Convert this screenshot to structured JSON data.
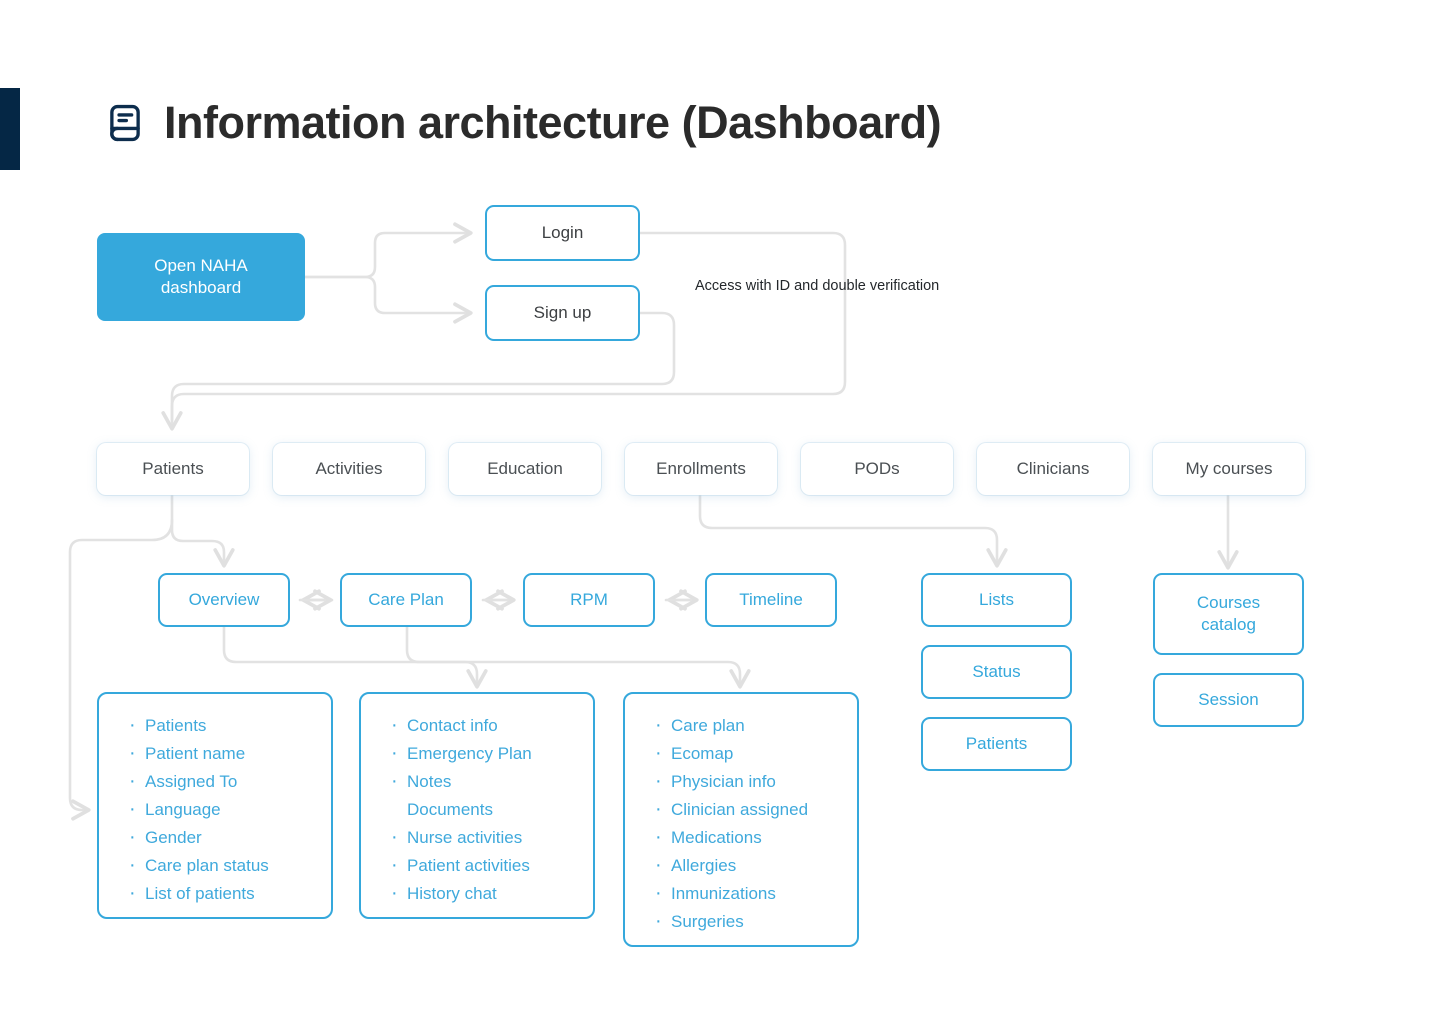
{
  "page": {
    "title": "Information architecture (Dashboard)",
    "title_icon": "journal-icon",
    "accent_color": "#052745",
    "brand_blue": "#35A8DC",
    "link_color": "#e2e2e2"
  },
  "entry": {
    "label": "Open NAHA dashboard",
    "line1": "Open NAHA",
    "line2": "dashboard"
  },
  "auth": {
    "login": "Login",
    "signup": "Sign up",
    "annotation": "Access with ID and double verification"
  },
  "nav": {
    "items": [
      {
        "label": "Patients"
      },
      {
        "label": "Activities"
      },
      {
        "label": "Education"
      },
      {
        "label": "Enrollments"
      },
      {
        "label": "PODs"
      },
      {
        "label": "Clinicians"
      },
      {
        "label": "My courses"
      }
    ]
  },
  "patient_tabs": {
    "items": [
      {
        "label": "Overview"
      },
      {
        "label": "Care Plan"
      },
      {
        "label": "RPM"
      },
      {
        "label": "Timeline"
      }
    ]
  },
  "enrollments_children": {
    "items": [
      {
        "label": "Lists"
      },
      {
        "label": "Status"
      },
      {
        "label": "Patients"
      }
    ]
  },
  "courses_children": {
    "items": [
      {
        "label": "Courses catalog",
        "line1": "Courses",
        "line2": "catalog"
      },
      {
        "label": "Session",
        "line1": "Session",
        "line2": ""
      }
    ]
  },
  "detail_lists": [
    {
      "name": "overview-fields",
      "items": [
        {
          "text": "Patients",
          "bulleted": true
        },
        {
          "text": "Patient name",
          "bulleted": true
        },
        {
          "text": "Assigned To",
          "bulleted": true
        },
        {
          "text": "Language",
          "bulleted": true
        },
        {
          "text": "Gender",
          "bulleted": true
        },
        {
          "text": "Care plan status",
          "bulleted": true
        },
        {
          "text": "List of patients",
          "bulleted": true
        }
      ]
    },
    {
      "name": "overview-detail-fields",
      "items": [
        {
          "text": "Contact info",
          "bulleted": true
        },
        {
          "text": "Emergency  Plan",
          "bulleted": true
        },
        {
          "text": "Notes",
          "bulleted": true
        },
        {
          "text": "Documents",
          "bulleted": false
        },
        {
          "text": "Nurse activities",
          "bulleted": true
        },
        {
          "text": "Patient activities",
          "bulleted": true
        },
        {
          "text": "History chat",
          "bulleted": true
        }
      ]
    },
    {
      "name": "care-plan-fields",
      "items": [
        {
          "text": "Care plan",
          "bulleted": true
        },
        {
          "text": "Ecomap",
          "bulleted": true
        },
        {
          "text": "Physician info",
          "bulleted": true
        },
        {
          "text": "Clinician assigned",
          "bulleted": true
        },
        {
          "text": "Medications",
          "bulleted": true
        },
        {
          "text": "Allergies",
          "bulleted": true
        },
        {
          "text": "Inmunizations",
          "bulleted": true
        },
        {
          "text": "Surgeries",
          "bulleted": true
        }
      ]
    }
  ]
}
